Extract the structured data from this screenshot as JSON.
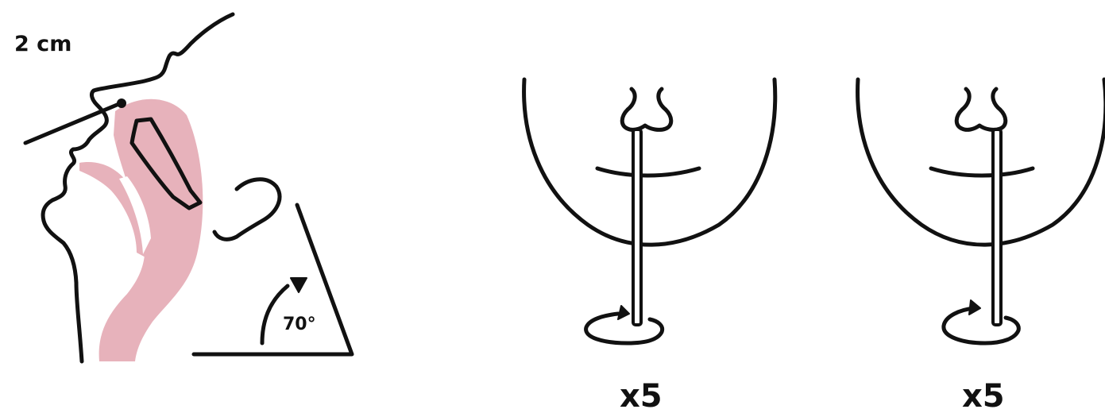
{
  "side_view": {
    "distance_label": "2 cm",
    "angle_label": "70°",
    "airway_color": "#e7b2bb",
    "line_color": "#111111"
  },
  "front_views": [
    {
      "rotation_label": "x5"
    },
    {
      "rotation_label": "x5"
    }
  ]
}
